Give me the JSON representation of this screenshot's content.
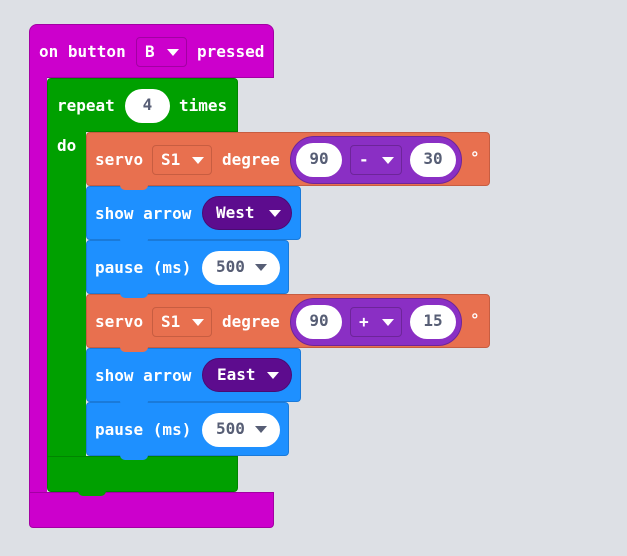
{
  "event": {
    "prefix": "on button",
    "button_value": "B",
    "suffix": "pressed",
    "color": "#cc00cc"
  },
  "repeat": {
    "label": "repeat",
    "count": "4",
    "suffix": "times",
    "do_label": "do",
    "color": "#00a000"
  },
  "blocks": [
    {
      "type": "servo",
      "label": "servo",
      "pin": "S1",
      "degree_label": "degree",
      "left": "90",
      "operator": "-",
      "right": "30",
      "unit": "°"
    },
    {
      "type": "arrow",
      "label": "show arrow",
      "direction": "West"
    },
    {
      "type": "pause",
      "label": "pause (ms)",
      "value": "500"
    },
    {
      "type": "servo",
      "label": "servo",
      "pin": "S1",
      "degree_label": "degree",
      "left": "90",
      "operator": "+",
      "right": "15",
      "unit": "°"
    },
    {
      "type": "arrow",
      "label": "show arrow",
      "direction": "East"
    },
    {
      "type": "pause",
      "label": "pause (ms)",
      "value": "500"
    }
  ],
  "colors": {
    "servo": "#e8704f",
    "servo_field": "#e8704f",
    "basic": "#1e90ff",
    "math": "#8a2fc4",
    "arrow_field": "#5d0c8e",
    "background": "#eceef1"
  }
}
